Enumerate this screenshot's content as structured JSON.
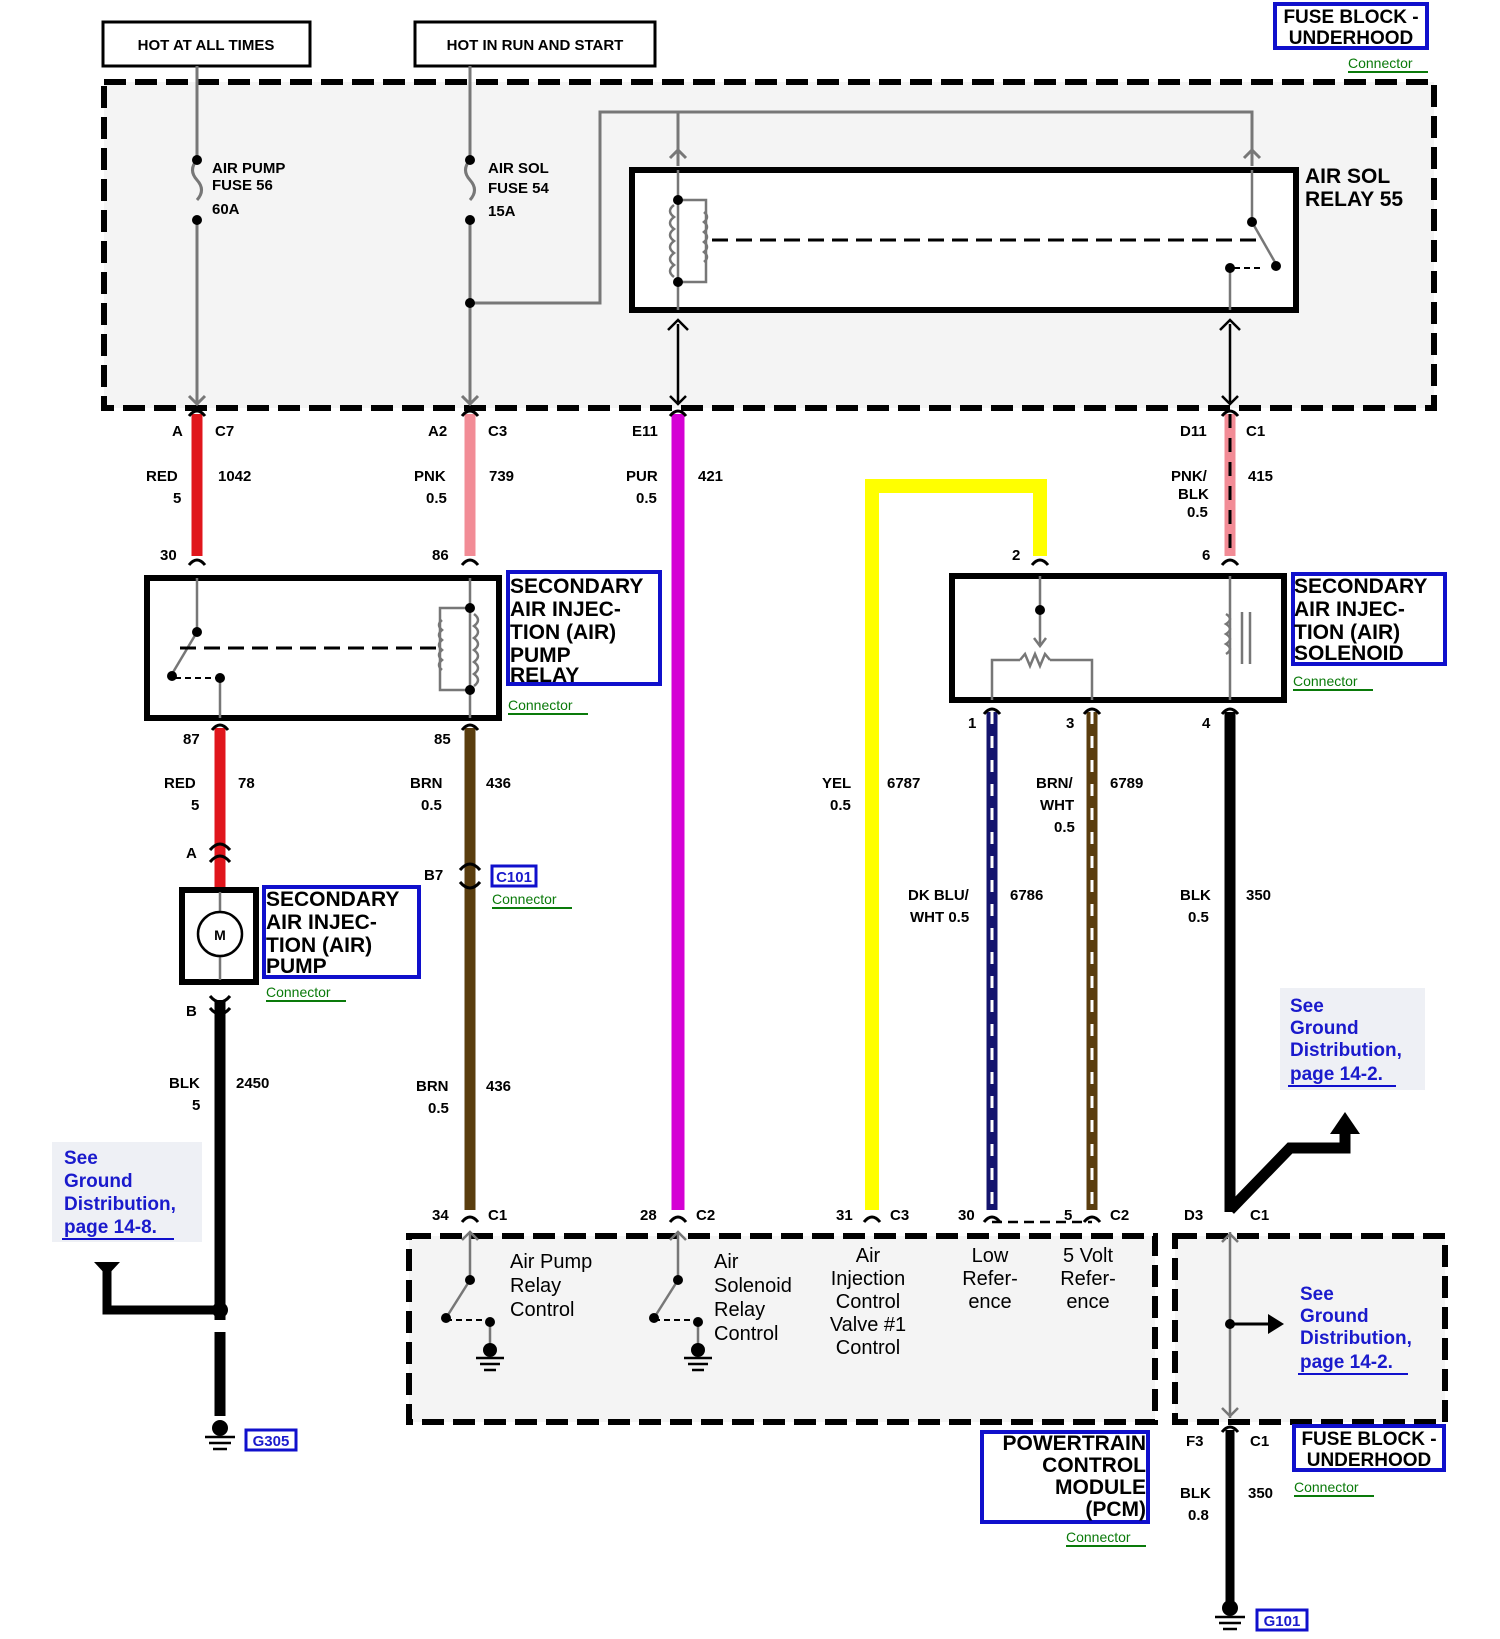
{
  "power_sources": {
    "hot_at_all_times": "HOT AT ALL TIMES",
    "hot_in_run_and_start": "HOT IN RUN AND START"
  },
  "fuse_block_top": {
    "title_1": "FUSE BLOCK -",
    "title_2": "UNDERHOOD",
    "connector": "Connector"
  },
  "air_pump_fuse": {
    "line1": "AIR PUMP",
    "line2": "FUSE 56",
    "line3": "60A"
  },
  "air_sol_fuse": {
    "line1": "AIR SOL",
    "line2": "FUSE 54",
    "line3": "15A"
  },
  "air_sol_relay": {
    "line1": "AIR SOL",
    "line2": "RELAY 55"
  },
  "pins_top": {
    "a": "A",
    "c7": "C7",
    "a2": "A2",
    "c3": "C3",
    "e11": "E11",
    "d11": "D11",
    "c1": "C1"
  },
  "wires": {
    "red_1042": {
      "color": "RED",
      "gauge": "5",
      "circuit": "1042"
    },
    "pnk_739": {
      "color": "PNK",
      "gauge": "0.5",
      "circuit": "739"
    },
    "pur_421": {
      "color": "PUR",
      "gauge": "0.5",
      "circuit": "421"
    },
    "pnkblk_415": {
      "color1": "PNK/",
      "color2": "BLK",
      "gauge": "0.5",
      "circuit": "415"
    },
    "red_78": {
      "color": "RED",
      "gauge": "5",
      "circuit": "78"
    },
    "brn_436a": {
      "color": "BRN",
      "gauge": "0.5",
      "circuit": "436"
    },
    "brn_436b": {
      "color": "BRN",
      "gauge": "0.5",
      "circuit": "436"
    },
    "yel_6787": {
      "color": "YEL",
      "gauge": "0.5",
      "circuit": "6787"
    },
    "dkbluwht_6786": {
      "color1": "DK BLU/",
      "color2": "WHT 0.5",
      "circuit": "6786"
    },
    "brnwht_6789": {
      "color1": "BRN/",
      "color2": "WHT",
      "gauge": "0.5",
      "circuit": "6789"
    },
    "blk_350a": {
      "color": "BLK",
      "gauge": "0.5",
      "circuit": "350"
    },
    "blk_2450": {
      "color": "BLK",
      "gauge": "5",
      "circuit": "2450"
    },
    "blk_350b": {
      "color": "BLK",
      "gauge": "0.8",
      "circuit": "350"
    }
  },
  "pump_relay": {
    "title": [
      "SECONDARY",
      "AIR INJEC-",
      "TION (AIR)",
      "PUMP",
      "RELAY"
    ],
    "connector": "Connector",
    "pin_30": "30",
    "pin_86": "86",
    "pin_87": "87",
    "pin_85": "85"
  },
  "solenoid": {
    "title": [
      "SECONDARY",
      "AIR INJEC-",
      "TION (AIR)",
      "SOLENOID"
    ],
    "connector": "Connector",
    "pin_2": "2",
    "pin_6": "6",
    "pin_1": "1",
    "pin_3": "3",
    "pin_4": "4"
  },
  "pump": {
    "title": [
      "SECONDARY",
      "AIR INJEC-",
      "TION (AIR)",
      "PUMP"
    ],
    "connector": "Connector",
    "pin_a": "A",
    "pin_b": "B",
    "motor": "M"
  },
  "c101": {
    "pin": "B7",
    "label": "C101",
    "connector": "Connector"
  },
  "ground_ref_left": [
    "See",
    "Ground",
    "Distribution,",
    "page 14-8."
  ],
  "ground_ref_right_top": [
    "See",
    "Ground",
    "Distribution,",
    "page 14-2."
  ],
  "ground_ref_right_bottom": [
    "See",
    "Ground",
    "Distribution,",
    "page 14-2."
  ],
  "ground_g305": "G305",
  "ground_g101": "G101",
  "pcm": {
    "title": [
      "POWERTRAIN",
      "CONTROL",
      "MODULE",
      "(PCM)"
    ],
    "connector": "Connector",
    "pin_34": "34",
    "pin_c1": "C1",
    "pin_28": "28",
    "pin_c2": "C2",
    "pin_31": "31",
    "pin_c3": "C3",
    "pin_30": "30",
    "pin_5": "5",
    "pin_c2b": "C2",
    "func_pump": [
      "Air Pump",
      "Relay",
      "Control"
    ],
    "func_sol": [
      "Air",
      "Solenoid",
      "Relay",
      "Control"
    ],
    "func_valve": [
      "Air",
      "Injection",
      "Control",
      "Valve #1",
      "Control"
    ],
    "func_low": [
      "Low",
      "Refer-",
      "ence"
    ],
    "func_5v": [
      "5 Volt",
      "Refer-",
      "ence"
    ]
  },
  "fuse_block_bottom": {
    "title_1": "FUSE BLOCK -",
    "title_2": "UNDERHOOD",
    "connector": "Connector",
    "pin_d3": "D3",
    "pin_c1": "C1",
    "pin_f3": "F3",
    "pin_c1b": "C1"
  },
  "colors": {
    "red": "#e0161c",
    "pink": "#f28c96",
    "purple": "#d400d4",
    "brown": "#5a3d0e",
    "yellow": "#ffff00",
    "dark_blue": "#14146e",
    "black": "#000000",
    "link_blue": "#1010cc",
    "connector_green": "#0a7a0a",
    "box_fill": "#f4f4f4"
  }
}
